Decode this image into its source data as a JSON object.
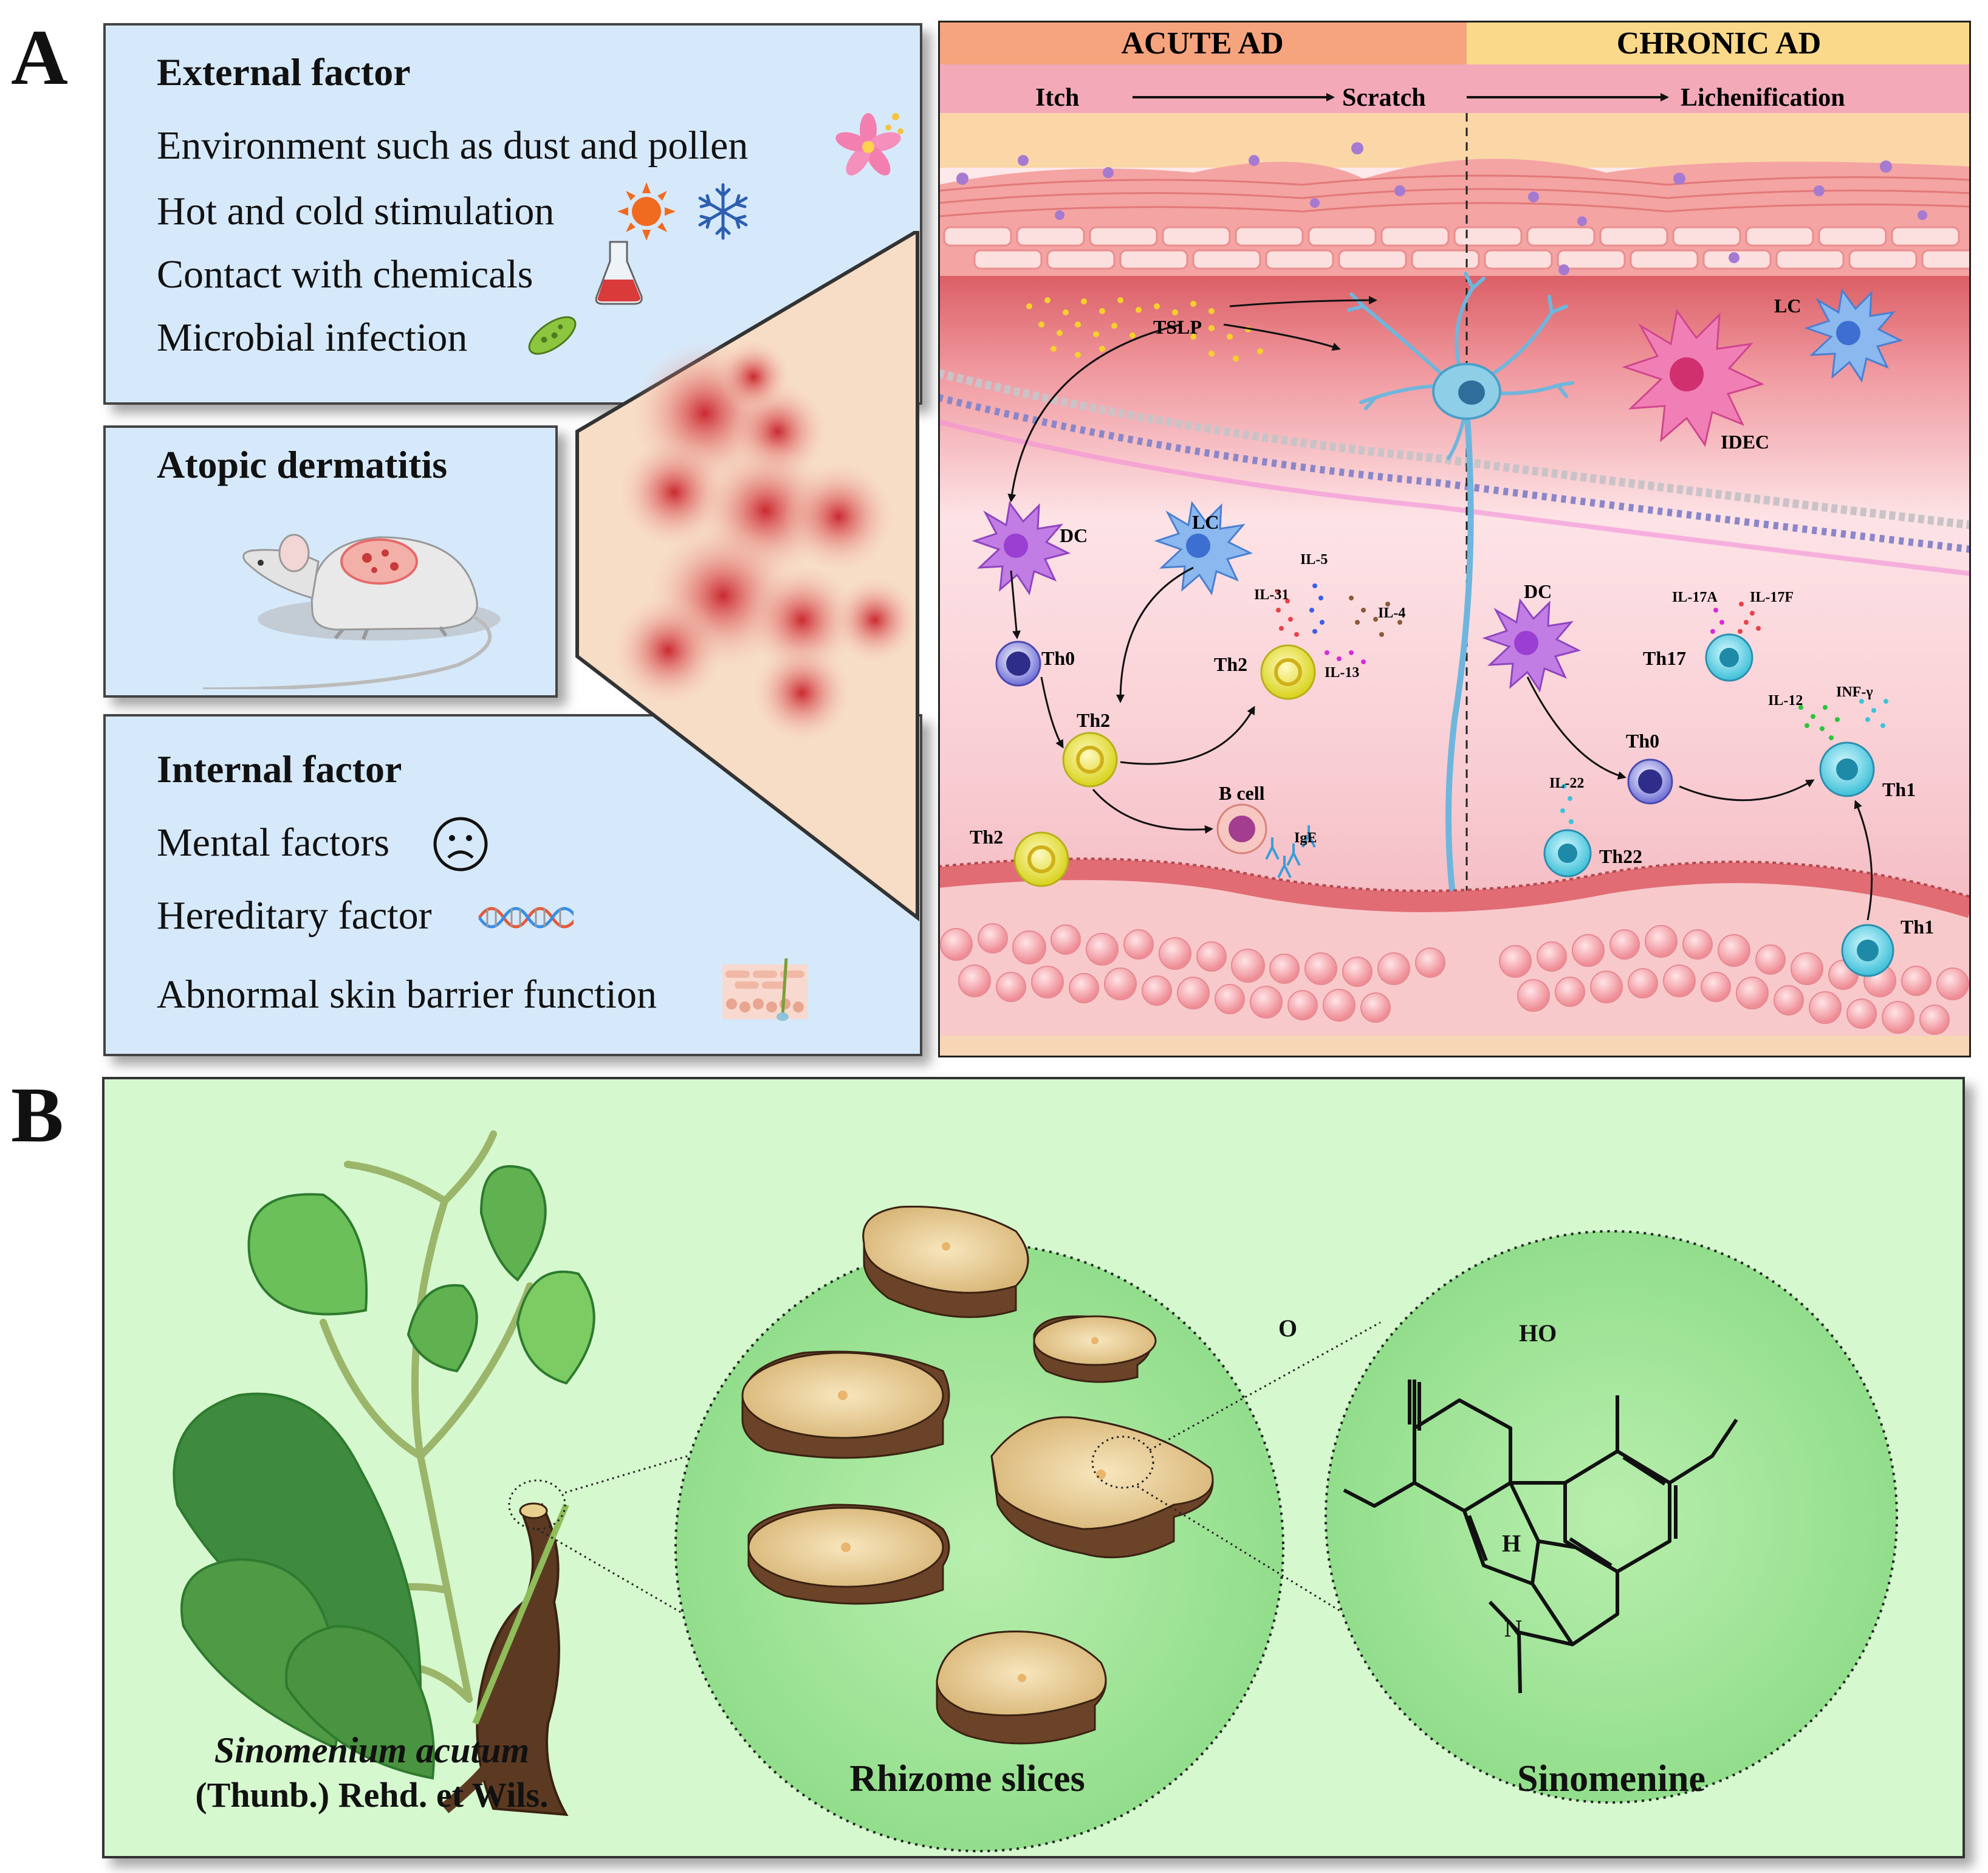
{
  "panels": {
    "a": "A",
    "b": "B"
  },
  "external": {
    "title": "External factor",
    "items": [
      "Environment such as dust and pollen",
      "Hot and cold stimulation",
      "Contact with chemicals",
      "Microbial infection"
    ]
  },
  "atopic": {
    "title": "Atopic dermatitis"
  },
  "internal": {
    "title": "Internal factor",
    "items": [
      "Mental factors",
      "Hereditary factor",
      "Abnormal skin barrier function"
    ]
  },
  "skin": {
    "acute": "ACUTE AD",
    "chronic": "CHRONIC AD",
    "itch": "Itch",
    "scratch": "Scratch",
    "lichenification": "Lichenification",
    "labels": {
      "tslp": "TSLP",
      "dc1": "DC",
      "lc1": "LC",
      "th0a": "Th0",
      "th2a": "Th2",
      "th2b": "Th2",
      "th2c": "Th2",
      "bcell": "B cell",
      "ige": "IgE",
      "il5": "IL-5",
      "il31": "IL-31",
      "il4": "IL-4",
      "il13": "IL-13",
      "lc2": "LC",
      "idec": "IDEC",
      "dc2": "DC",
      "il17a": "IL-17A",
      "il17f": "IL-17F",
      "th17": "Th17",
      "il12": "IL-12",
      "infg": "INF-γ",
      "th1a": "Th1",
      "th0b": "Th0",
      "il22": "IL-22",
      "th22": "Th22",
      "th1b": "Th1"
    },
    "colors": {
      "acute_header": "#f6a47e",
      "chronic_header": "#fbd98a",
      "itch_band": "#f3a9b8",
      "dermis": "#f9d3d8"
    }
  },
  "panel_b": {
    "species_italic": "Sinomenium acutum",
    "species_author": "(Thunb.) Rehd. et Wils.",
    "slices": "Rhizome slices",
    "compound": "Sinomenine",
    "struct_labels": {
      "ho": "HO",
      "h": "H",
      "n": "N"
    }
  }
}
